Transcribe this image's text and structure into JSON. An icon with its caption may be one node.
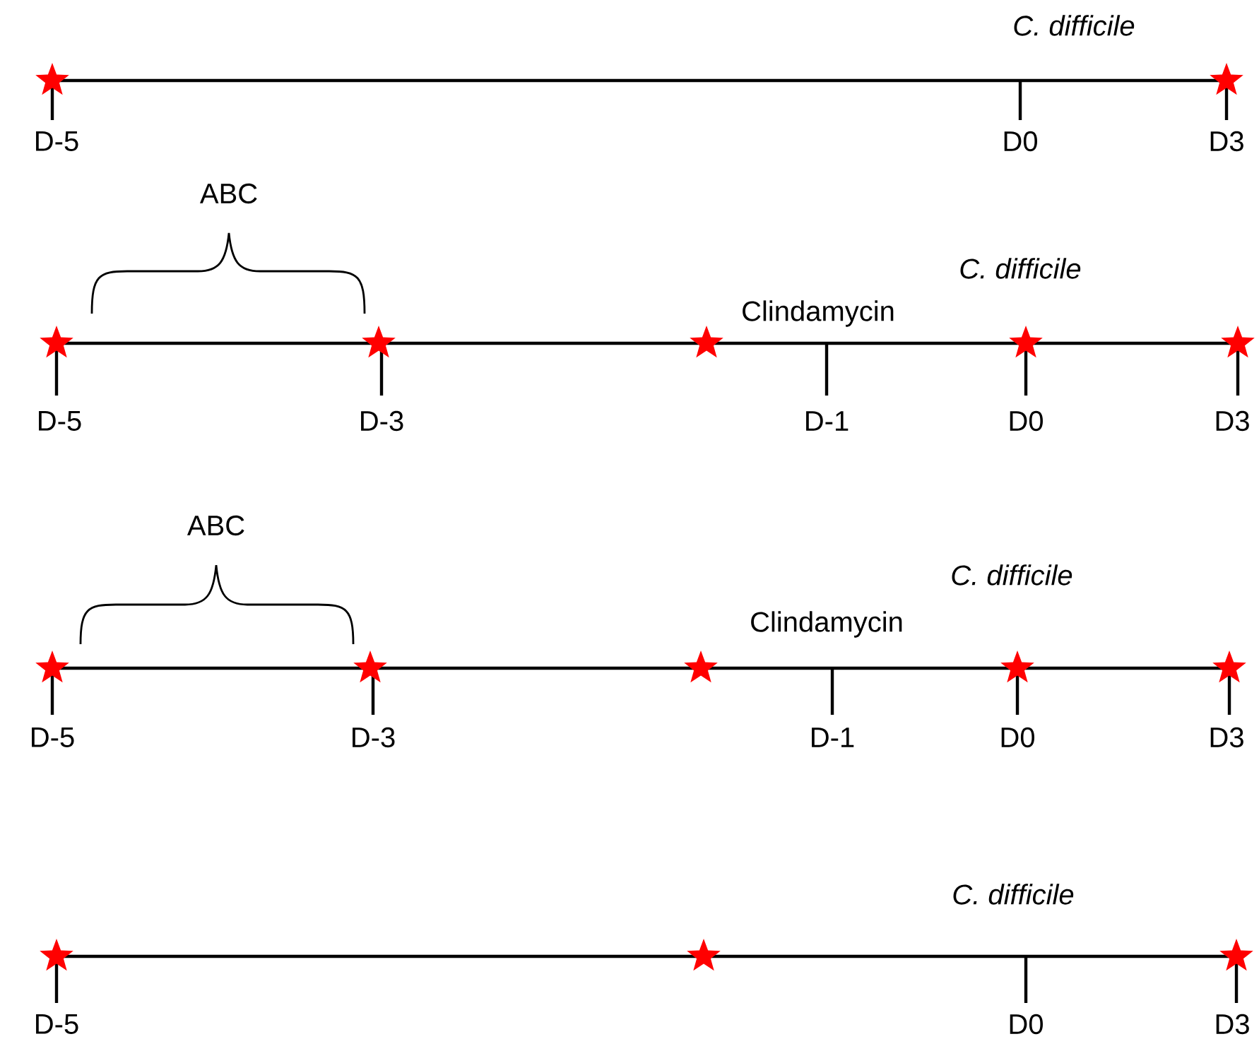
{
  "diagram": {
    "labels": [
      "C. difficile",
      "D-5",
      "D0",
      "D3",
      "ABC",
      "C. difficile",
      "Clindamycin",
      "D-5",
      "D-3",
      "D-1",
      "D0",
      "D3",
      "ABC",
      "C. difficile",
      "Clindamycin",
      "D-5",
      "D-3",
      "D-1",
      "D0",
      "D3",
      "C. difficile",
      "D-5",
      "D0",
      "D3"
    ]
  }
}
